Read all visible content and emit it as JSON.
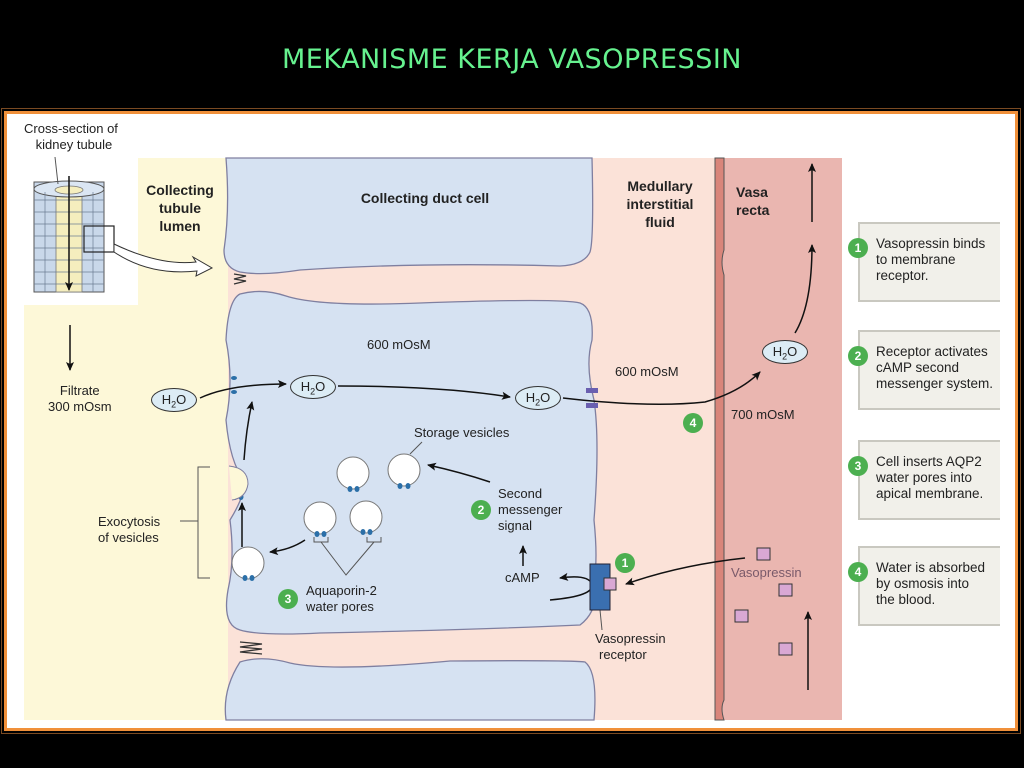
{
  "slide_title": "MEKANISME KERJA VASOPRESSIN",
  "colors": {
    "title": "#66f28f",
    "frame": "#f0903a",
    "lumen": "#fdf8d8",
    "cell": "#d6e2f2",
    "interstitial": "#fbe2d8",
    "vasa_recta": "#eab6b0",
    "badge": "#4caf50",
    "receptor": "#3a6fb0",
    "vasopressin": "#d9a8d4"
  },
  "inset": {
    "label": "Cross-section of kidney tubule",
    "line1": "Cross-section of",
    "line2": "kidney tubule"
  },
  "filtrate": {
    "line1": "Filtrate",
    "line2": "300 mOsm"
  },
  "regions": {
    "lumen": [
      "Collecting",
      "tubule",
      "lumen"
    ],
    "cell": "Collecting duct cell",
    "interstitial": [
      "Medullary",
      "interstitial",
      "fluid"
    ],
    "vasa_recta": [
      "Vasa",
      "recta"
    ]
  },
  "osmolarity": {
    "cell": "600 mOsM",
    "interstitial": "600 mOsM",
    "blood": "700 mOsM"
  },
  "molecule": {
    "base": "H",
    "sub": "2",
    "tail": "O"
  },
  "labels": {
    "storage_vesicles": "Storage vesicles",
    "second_messenger": [
      "Second",
      "messenger",
      "signal"
    ],
    "camp": "cAMP",
    "aquaporin": [
      "Aquaporin-2",
      "water pores"
    ],
    "exocytosis": [
      "Exocytosis",
      "of vesicles"
    ],
    "receptor": [
      "Vasopressin",
      "receptor"
    ],
    "vasopressin": "Vasopressin"
  },
  "steps": [
    {
      "num": "1",
      "lines": [
        "Vasopressin binds",
        "to membrane",
        "receptor."
      ]
    },
    {
      "num": "2",
      "lines": [
        "Receptor activates",
        "cAMP second",
        "messenger system."
      ]
    },
    {
      "num": "3",
      "lines": [
        "Cell inserts AQP2",
        "water pores into",
        "apical membrane."
      ]
    },
    {
      "num": "4",
      "lines": [
        "Water is absorbed",
        "by osmosis into",
        "the blood."
      ]
    }
  ]
}
